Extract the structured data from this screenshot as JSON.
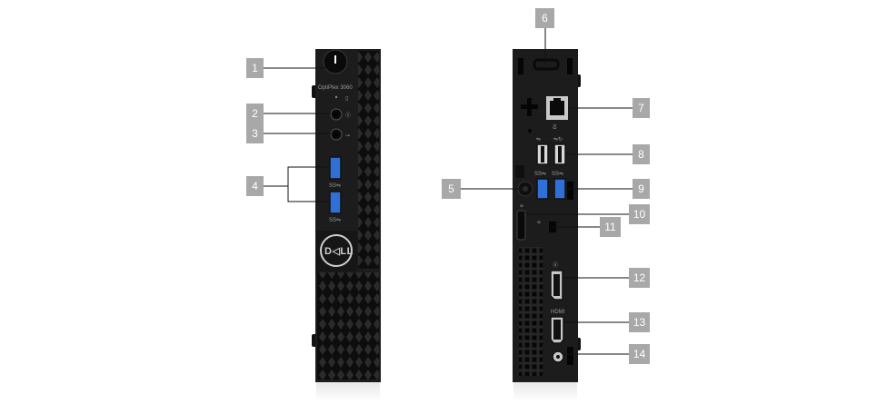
{
  "front": {
    "model_text": "OptiPlex 3060",
    "logo_text": "D◁LL",
    "callouts": [
      "1",
      "2",
      "3",
      "4"
    ]
  },
  "back": {
    "callouts": [
      "5",
      "6",
      "7",
      "8",
      "9",
      "10",
      "11",
      "12",
      "13",
      "14"
    ]
  },
  "colors": {
    "callout_bg": "#a8a8a8",
    "chassis": "#1c1c1c",
    "usb3_blue": "#2f6fd6"
  }
}
